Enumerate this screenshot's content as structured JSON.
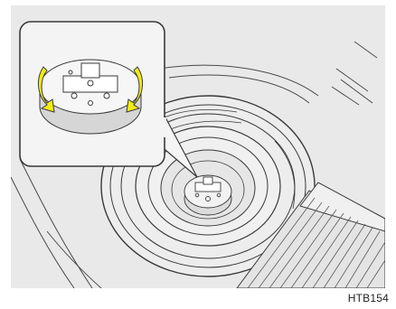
{
  "figure": {
    "code": "HTB154",
    "colors": {
      "background": "#e9e9e9",
      "line": "#3a3a3a",
      "arrow": "#f2ea12",
      "callout_fill": "#f4f4f4"
    },
    "icons": [
      "spare-tire-illustration",
      "spare-tire-hold-down-bolt",
      "tightening-arrow"
    ]
  }
}
